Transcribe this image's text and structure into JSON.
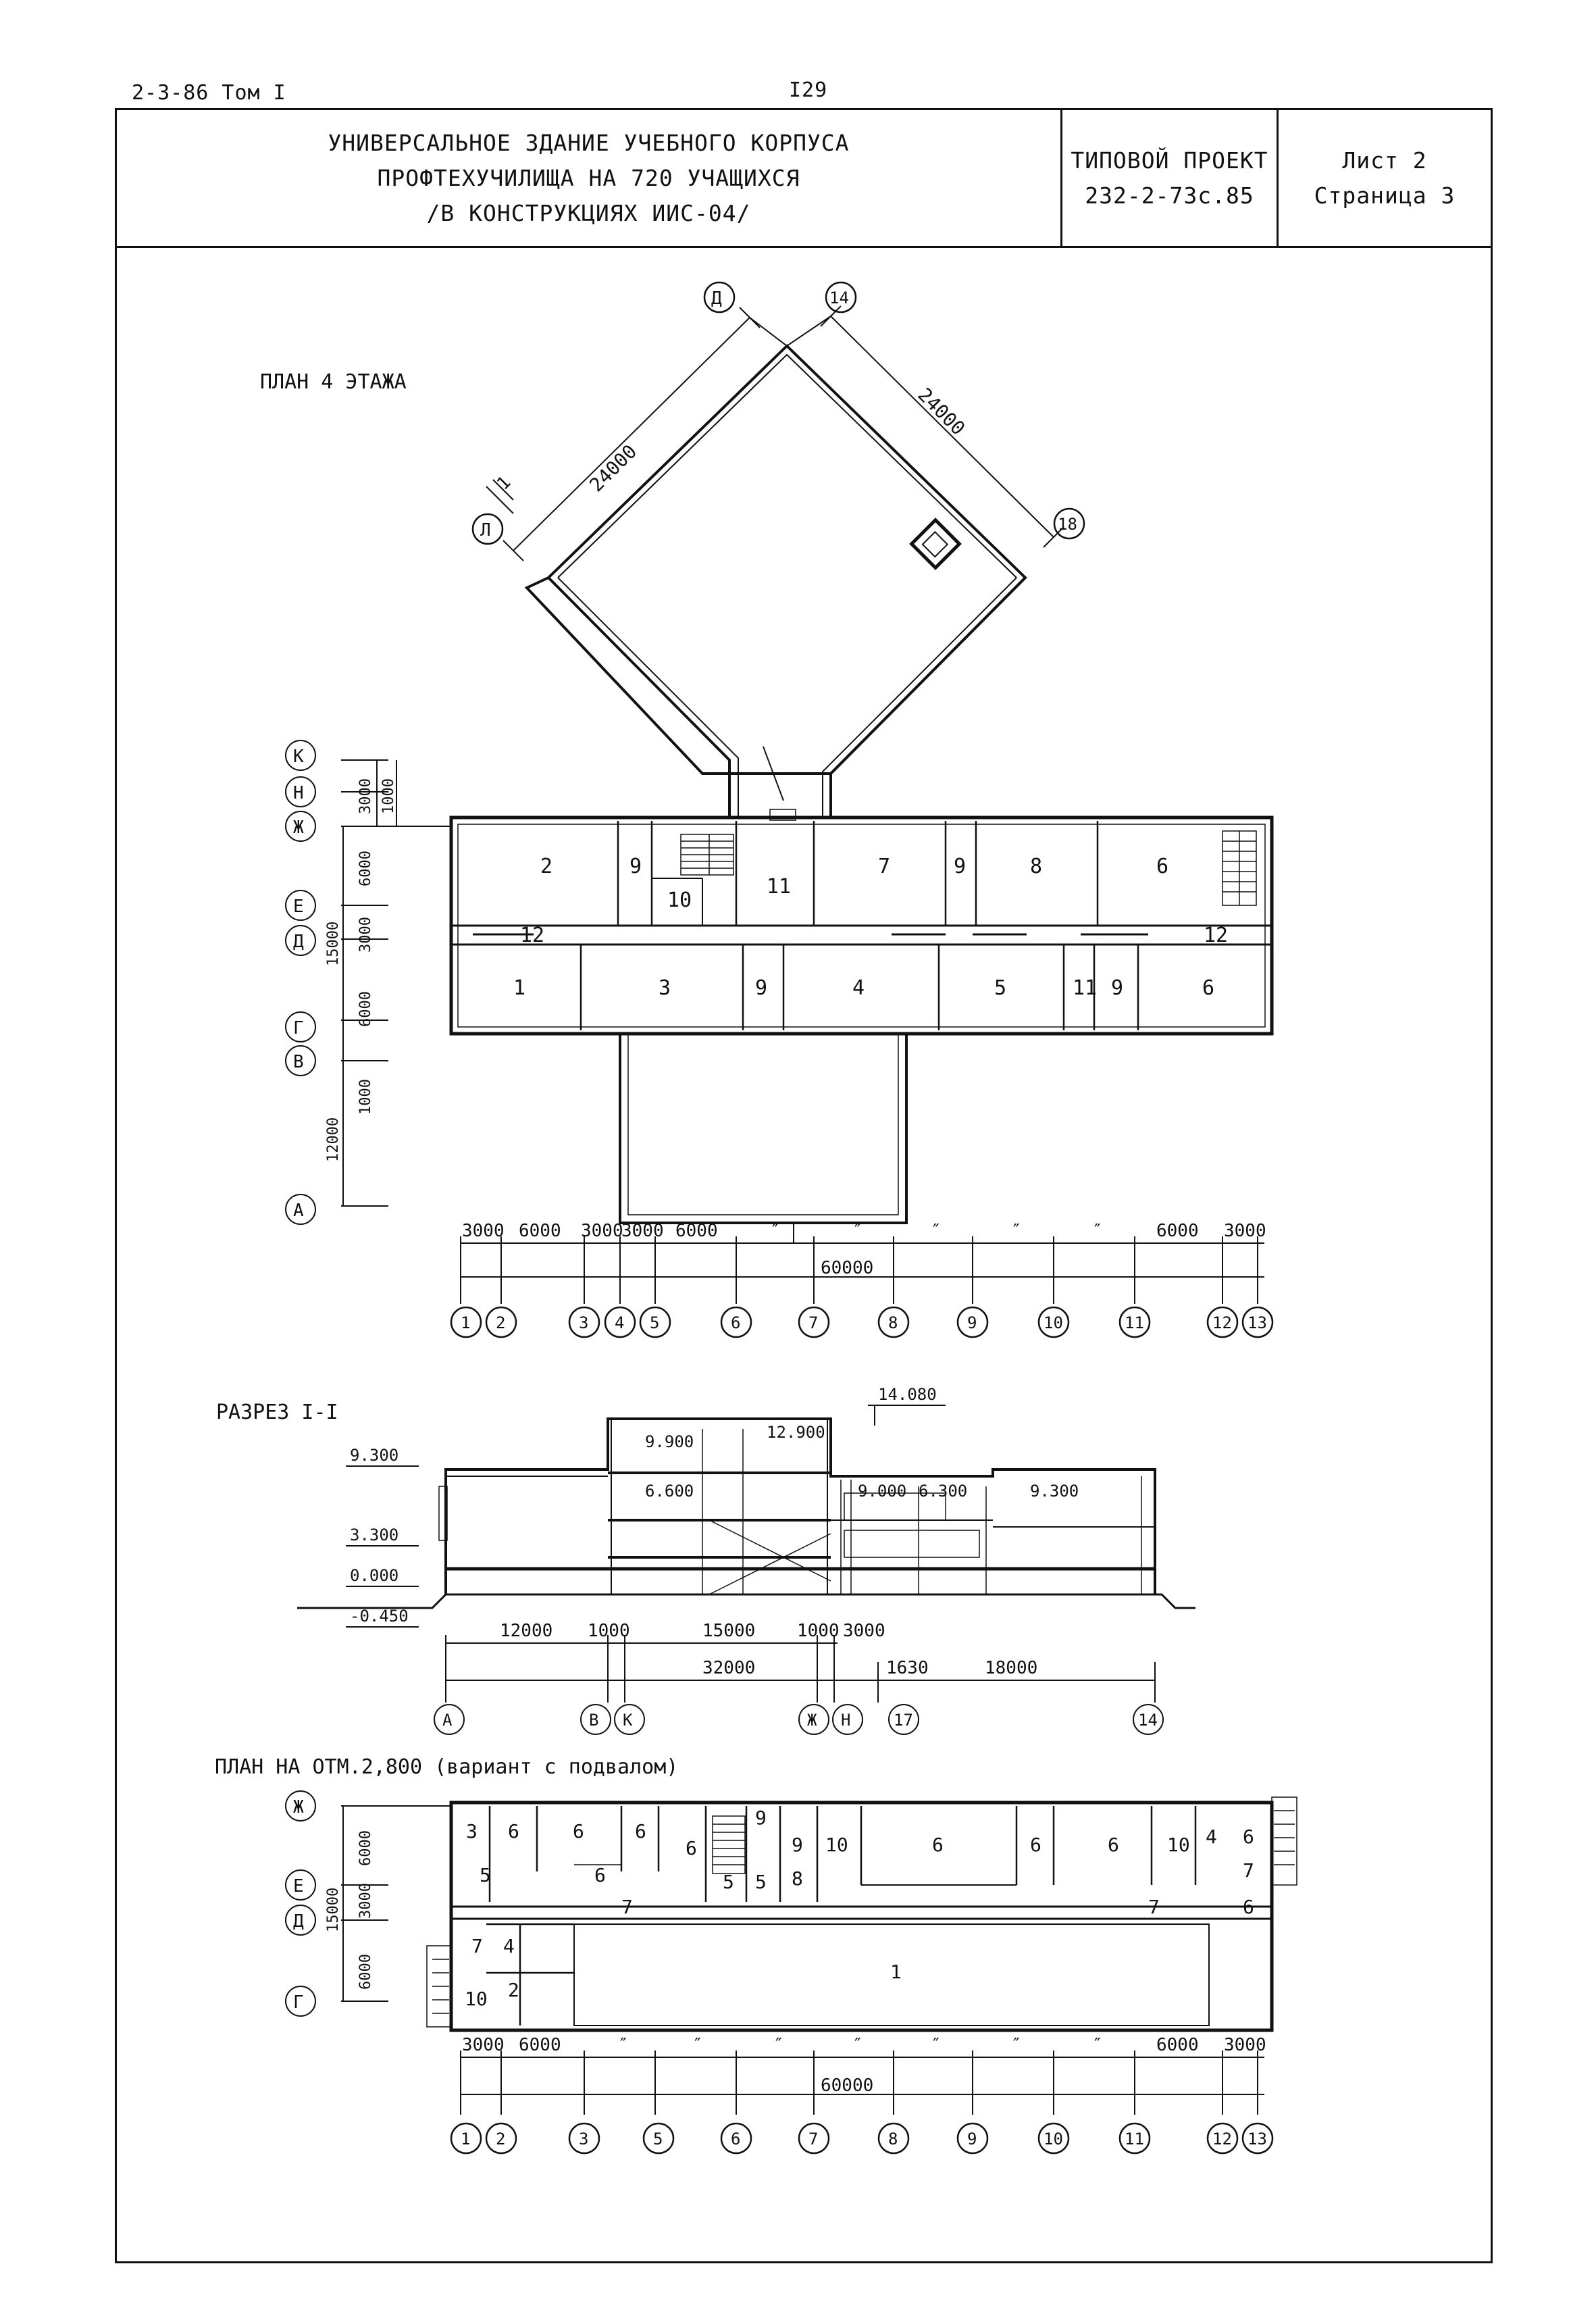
{
  "header": {
    "page_ref": "2-3-86 Том I",
    "page_number": "I29",
    "title_lines": [
      "УНИВЕРСАЛЬНОЕ ЗДАНИЕ УЧЕБНОГО КОРПУСА",
      "ПРОФТЕХУЧИЛИЩА НА 720 УЧАЩИХСЯ",
      "/В КОНСТРУКЦИЯХ ИИС-04/"
    ],
    "project_lines": [
      "ТИПОВОЙ ПРОЕКТ",
      "232-2-73с.85"
    ],
    "sheet_lines": [
      "Лист 2",
      "Страница 3"
    ]
  },
  "plan4": {
    "label": "ПЛАН 4 ЭТАЖА",
    "diag_axes": [
      "Д",
      "14",
      "Л",
      "18"
    ],
    "diag_dims": [
      "24000",
      "24000"
    ],
    "section_mark": "1",
    "axes_left": [
      "К",
      "Н",
      "Ж",
      "Е",
      "Д",
      "Г",
      "В",
      "А"
    ],
    "dims_left": [
      "3000",
      "1000",
      "6000",
      "3000",
      "15000",
      "6000",
      "1000",
      "12000"
    ],
    "rooms_top": [
      "2",
      "9",
      "10",
      "11",
      "7",
      "9",
      "8",
      "6"
    ],
    "rooms_bottom": [
      "1",
      "3",
      "9",
      "4",
      "5",
      "11",
      "9",
      "6"
    ],
    "corridor": [
      "12",
      "12"
    ],
    "dims_bottom": [
      "3000",
      "6000",
      "3000",
      "3000",
      "6000",
      "″",
      "″",
      "″",
      "″",
      "″",
      "6000",
      "3000"
    ],
    "overall": "60000",
    "axes_bottom": [
      "1",
      "2",
      "3",
      "4",
      "5",
      "6",
      "7",
      "8",
      "9",
      "10",
      "11",
      "12",
      "13"
    ]
  },
  "section": {
    "label": "РАЗРЕЗ I-I",
    "elev_top": "14.080",
    "levels": [
      "9.300",
      "3.300",
      "0.000",
      "-0.450",
      "12.900",
      "9.900",
      "6.600",
      "9.000",
      "6.300",
      "9.300"
    ],
    "dims": [
      "12000",
      "1000",
      "15000",
      "1000",
      "3000"
    ],
    "dims2": [
      "32000",
      "1630",
      "18000"
    ],
    "axes": [
      "А",
      "В",
      "К",
      "Ж",
      "Н",
      "17",
      "14"
    ]
  },
  "basement": {
    "label": "ПЛАН НА ОТМ.2,800 (вариант с подвалом)",
    "axes_left": [
      "Ж",
      "Е",
      "Д",
      "Г"
    ],
    "dims_left": [
      "6000",
      "3000",
      "15000",
      "6000"
    ],
    "rooms_top": [
      "3",
      "6",
      "6",
      "6",
      "6",
      "9",
      "9",
      "10",
      "6",
      "6",
      "6",
      "10",
      "4",
      "6"
    ],
    "rooms_mid": [
      "5",
      "6",
      "5",
      "5",
      "8",
      "7"
    ],
    "corridor": [
      "7",
      "7",
      "6"
    ],
    "rooms_left": [
      "7",
      "4",
      "2",
      "10"
    ],
    "main_room": "1",
    "dims_bottom": [
      "3000",
      "6000",
      "″",
      "″",
      "″",
      "″",
      "″",
      "″",
      "″",
      "6000",
      "3000"
    ],
    "overall": "60000",
    "axes_bottom": [
      "1",
      "2",
      "3",
      "5",
      "6",
      "7",
      "8",
      "9",
      "10",
      "11",
      "12",
      "13"
    ]
  }
}
